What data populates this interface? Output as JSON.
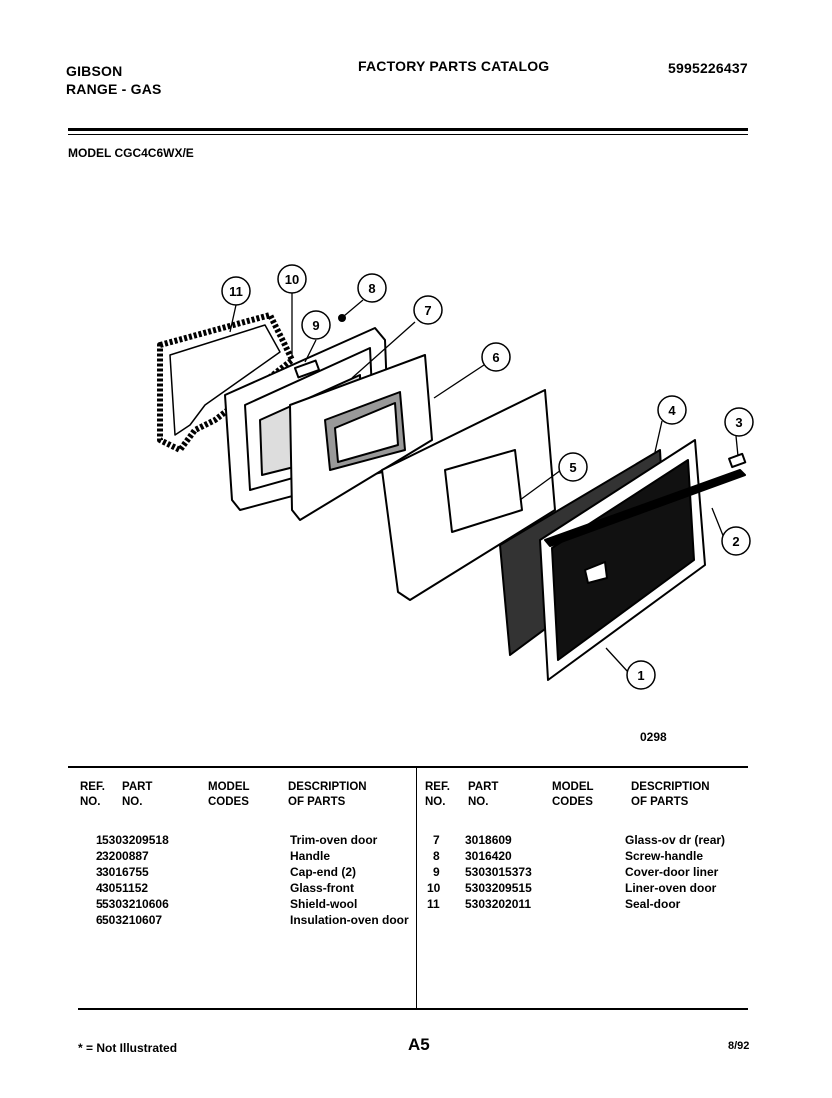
{
  "header": {
    "brand": "GIBSON",
    "product": "RANGE - GAS",
    "catalog_title": "FACTORY PARTS CATALOG",
    "catalog_number": "5995226437",
    "model": "MODEL CGC4C6WX/E"
  },
  "diagram": {
    "figure_code": "0298",
    "callouts": [
      "1",
      "2",
      "3",
      "4",
      "5",
      "6",
      "7",
      "8",
      "9",
      "10",
      "11"
    ]
  },
  "table": {
    "columns_left": {
      "ref": "REF. NO.",
      "part": "PART NO.",
      "model": "MODEL CODES",
      "desc": "DESCRIPTION OF PARTS"
    },
    "columns_right": {
      "ref": "REF. NO.",
      "part": "PART NO.",
      "model": "MODEL CODES",
      "desc": "DESCRIPTION OF PARTS"
    },
    "left_rows": [
      {
        "ref": "1",
        "part": "5303209518",
        "desc": "Trim-oven door"
      },
      {
        "ref": "2",
        "part": "3200887",
        "desc": "Handle"
      },
      {
        "ref": "3",
        "part": "3016755",
        "desc": "Cap-end (2)"
      },
      {
        "ref": "4",
        "part": "3051152",
        "desc": "Glass-front"
      },
      {
        "ref": "5",
        "part": "5303210606",
        "desc": "Shield-wool"
      },
      {
        "ref": "6",
        "part": "503210607",
        "desc": "Insulation-oven door"
      }
    ],
    "right_rows": [
      {
        "ref": "7",
        "part": "3018609",
        "desc": "Glass-ov dr (rear)"
      },
      {
        "ref": "8",
        "part": "3016420",
        "desc": "Screw-handle"
      },
      {
        "ref": "9",
        "part": "5303015373",
        "desc": "Cover-door liner"
      },
      {
        "ref": "10",
        "part": "5303209515",
        "desc": "Liner-oven door"
      },
      {
        "ref": "11",
        "part": "5303202011",
        "desc": "Seal-door"
      }
    ]
  },
  "footer": {
    "footnote": "* = Not Illustrated",
    "page": "A5",
    "date": "8/92"
  }
}
